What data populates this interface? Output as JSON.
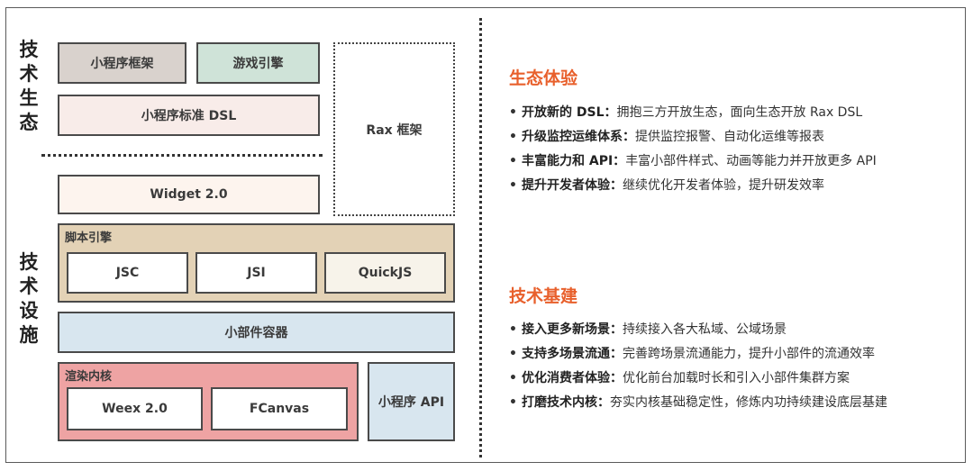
{
  "left_labels": {
    "eco": [
      "技",
      "术",
      "生",
      "态"
    ],
    "infra": [
      "技",
      "术",
      "设",
      "施"
    ]
  },
  "boxes": {
    "mini_framework": "小程序框架",
    "game_engine": "游戏引擎",
    "mini_dsl": "小程序标准 DSL",
    "rax": "Rax 框架",
    "widget": "Widget 2.0",
    "script_engine": "脚本引擎",
    "jsc": "JSC",
    "jsi": "JSI",
    "quickjs": "QuickJS",
    "widget_container": "小部件容器",
    "render_core": "渲染内核",
    "weex": "Weex 2.0",
    "fcanvas": "FCanvas",
    "mini_api": "小程序 API"
  },
  "eco_experience": {
    "title": "生态体验",
    "items": [
      {
        "key": "开放新的 DSL：",
        "text": "拥抱三方开放生态，面向生态开放 Rax DSL"
      },
      {
        "key": "升级监控运维体系：",
        "text": "提供监控报警、自动化运维等报表"
      },
      {
        "key": "丰富能力和 API：",
        "text": "丰富小部件样式、动画等能力并开放更多 API"
      },
      {
        "key": "提升开发者体验：",
        "text": "继续优化开发者体验，提升研发效率"
      }
    ]
  },
  "tech_infra": {
    "title": "技术基建",
    "items": [
      {
        "key": "接入更多新场景：",
        "text": "持续接入各大私域、公域场景"
      },
      {
        "key": "支持多场景流通：",
        "text": "完善跨场景流通能力，提升小部件的流通效率"
      },
      {
        "key": "优化消费者体验：",
        "text": "优化前台加载时长和引入小部件集群方案"
      },
      {
        "key": "打磨技术内核：",
        "text": "夯实内核基础稳定性，修炼内功持续建设底层基建"
      }
    ]
  },
  "colors": {
    "mini_framework": "#d9d2cd",
    "game_engine": "#cfe3d8",
    "mini_dsl": "#f8ece9",
    "widget": "#fdf4ee",
    "script_engine": "#e3d2b6",
    "widget_container": "#d8e6ef",
    "render_core": "#eea3a3",
    "mini_api": "#d8e6ef",
    "accent": "#e8602c"
  }
}
